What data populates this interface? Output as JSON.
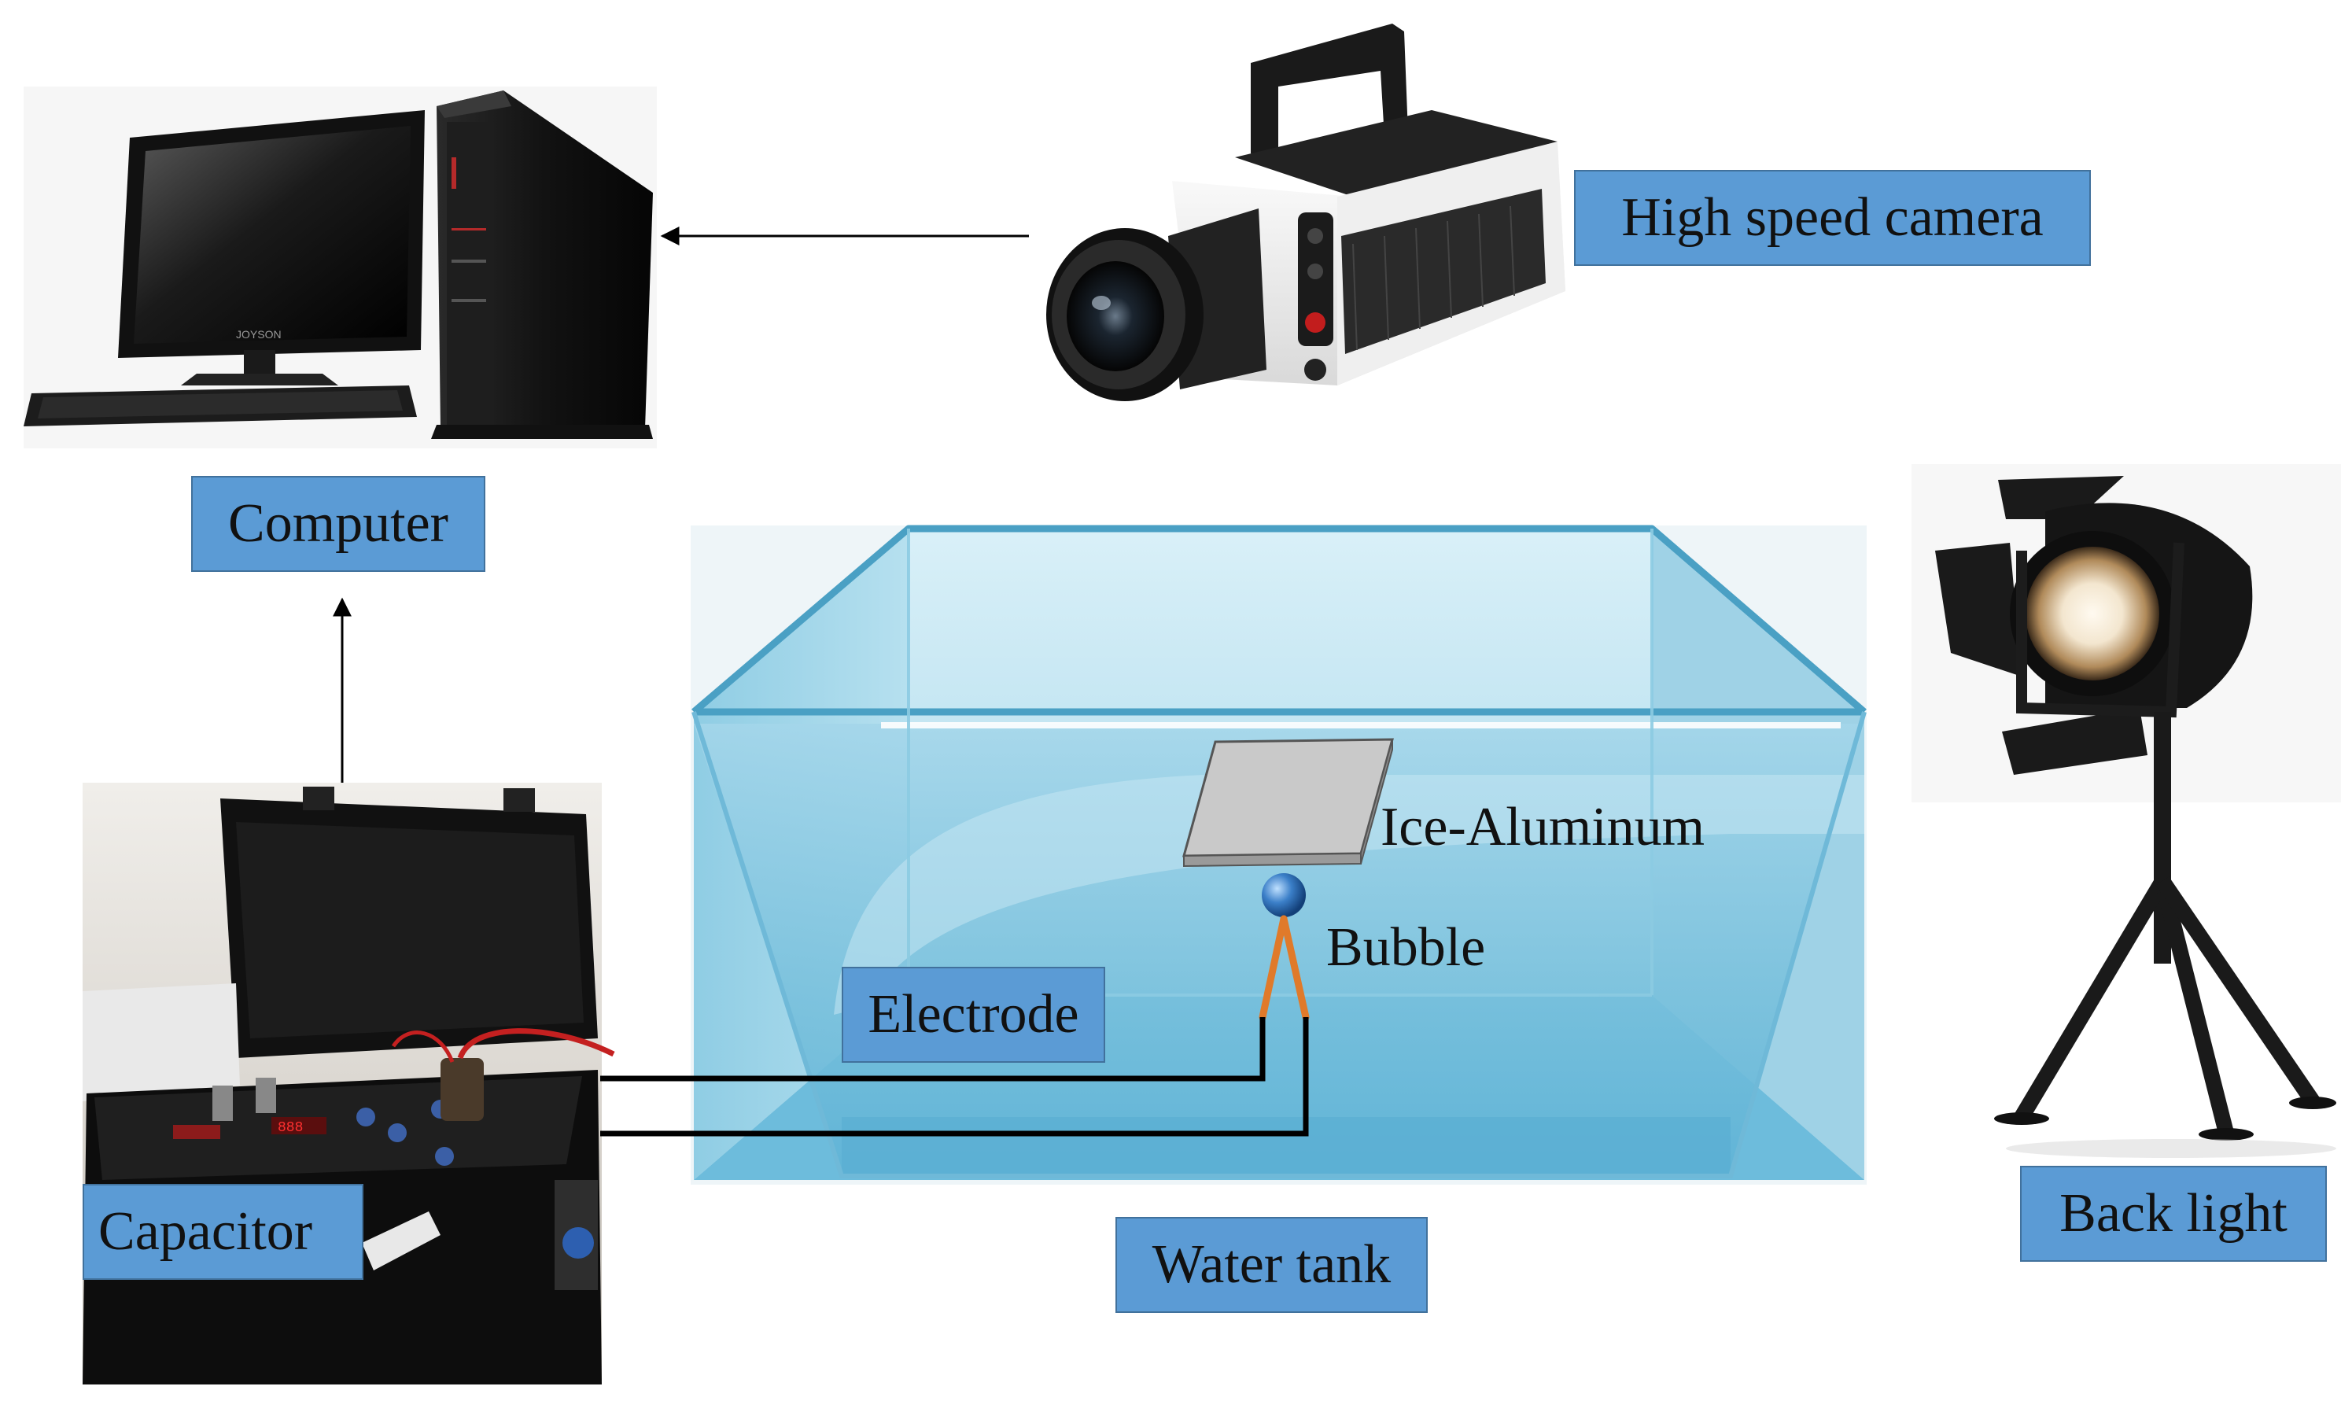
{
  "labels": {
    "computer": "Computer",
    "camera": "High speed camera",
    "back_light": "Back light",
    "capacitor": "Capacitor",
    "water_tank": "Water tank",
    "electrode": "Electrode",
    "ice_aluminum": "Ice-Aluminum",
    "bubble": "Bubble"
  },
  "colors": {
    "label_fill": "#5b9bd5",
    "label_border": "#41719c",
    "water": "#8cc7e0",
    "electrode": "#e07a2a",
    "plate": "#c8c8c8"
  }
}
